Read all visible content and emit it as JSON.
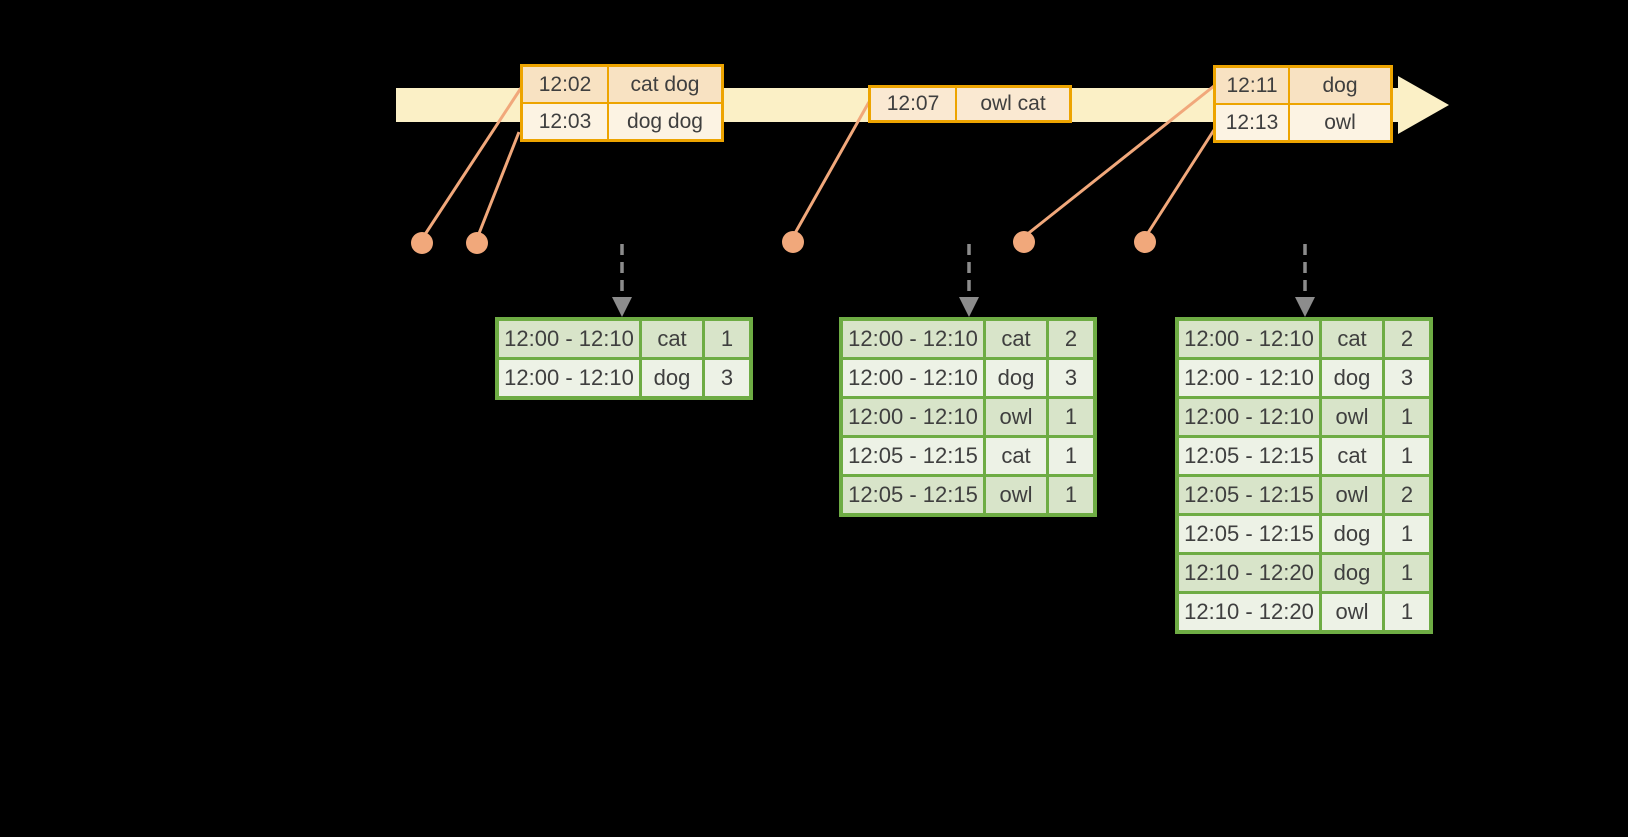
{
  "palette": {
    "bg": "#000000",
    "band": "#FBF0C6",
    "amber": "#EDA400",
    "peach-dark": "#F8E2C2",
    "peach-light": "#FCF3E3",
    "peach-mid": "#FAE9D2",
    "green": "#6EAC44",
    "green-dark": "#D8E4C9",
    "green-light": "#EDF2E6",
    "dot": "#F1A87B",
    "arrow-gray": "#8C8C8C",
    "text": "#3F3F3F"
  },
  "timeline": {
    "events": [
      {
        "rows": [
          {
            "time": "12:02",
            "words": "cat dog",
            "tone": "dark"
          },
          {
            "time": "12:03",
            "words": "dog dog",
            "tone": "light"
          }
        ]
      },
      {
        "rows": [
          {
            "time": "12:07",
            "words": "owl cat",
            "tone": "mid"
          }
        ]
      },
      {
        "rows": [
          {
            "time": "12:11",
            "words": "dog",
            "tone": "dark"
          },
          {
            "time": "12:13",
            "words": "owl",
            "tone": "light"
          }
        ]
      }
    ]
  },
  "result_tables": [
    {
      "rows": [
        [
          "12:00 - 12:10",
          "cat",
          "1"
        ],
        [
          "12:00 - 12:10",
          "dog",
          "3"
        ]
      ]
    },
    {
      "rows": [
        [
          "12:00 - 12:10",
          "cat",
          "2"
        ],
        [
          "12:00 - 12:10",
          "dog",
          "3"
        ],
        [
          "12:00 - 12:10",
          "owl",
          "1"
        ],
        [
          "12:05 - 12:15",
          "cat",
          "1"
        ],
        [
          "12:05 - 12:15",
          "owl",
          "1"
        ]
      ]
    },
    {
      "rows": [
        [
          "12:00 - 12:10",
          "cat",
          "2"
        ],
        [
          "12:00 - 12:10",
          "dog",
          "3"
        ],
        [
          "12:00 - 12:10",
          "owl",
          "1"
        ],
        [
          "12:05 - 12:15",
          "cat",
          "1"
        ],
        [
          "12:05 - 12:15",
          "owl",
          "2"
        ],
        [
          "12:05 - 12:15",
          "dog",
          "1"
        ],
        [
          "12:10 - 12:20",
          "dog",
          "1"
        ],
        [
          "12:10 - 12:20",
          "owl",
          "1"
        ]
      ]
    }
  ]
}
